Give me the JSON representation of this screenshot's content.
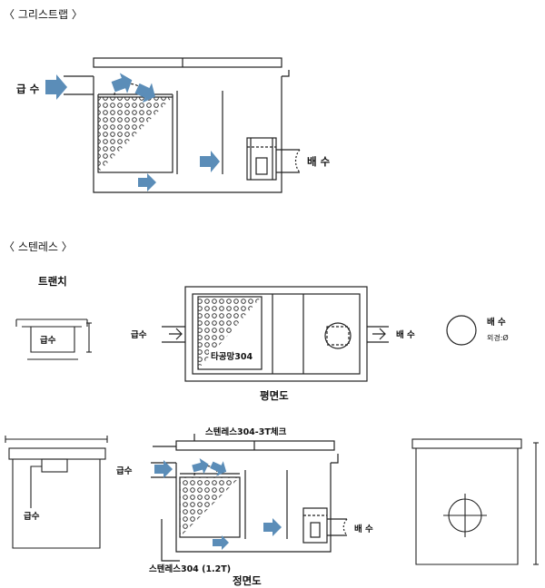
{
  "sections": {
    "grease_trap_title": "〈 그리스트랩 〉",
    "stainless_title": "〈 스텐레스 〉"
  },
  "labels": {
    "inlet_top": "급 수",
    "outlet_top": "배 수",
    "trench": "트랜치",
    "trench_inlet": "급수",
    "plan_inlet": "급수",
    "plan_outlet": "배 수",
    "perforated_plate": "타공망304",
    "plan_view": "평면도",
    "outlet_legend": "배 수",
    "outer_diameter": "외경:Ø",
    "side_inlet": "급수",
    "lid_label": "스텐레스304-3T체크",
    "front_inlet": "급수",
    "front_outlet": "배 수",
    "body_material": "스텐레스304 (1.2T)",
    "front_view": "정면도"
  },
  "colors": {
    "arrow": "#5b8db8",
    "line": "#222222"
  }
}
